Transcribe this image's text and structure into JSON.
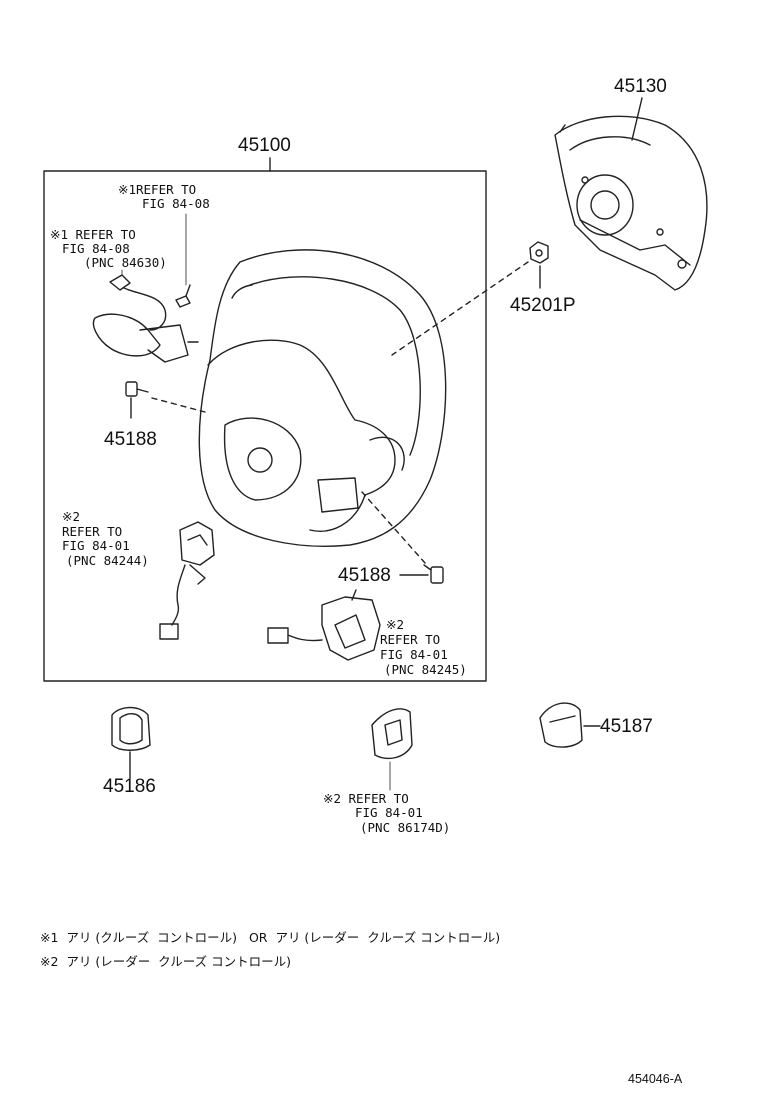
{
  "parts": {
    "p45100": "45100",
    "p45130": "45130",
    "p45201p": "45201P",
    "p45188_a": "45188",
    "p45188_b": "45188",
    "p45186": "45186",
    "p45187": "45187"
  },
  "refs": {
    "r1": {
      "l1": "※1REFER TO",
      "l2": "FIG 84-08"
    },
    "r2": {
      "l1": "※1 REFER TO",
      "l2": "FIG 84-08",
      "l3": "(PNC 84630)"
    },
    "r3": {
      "l1": "※2",
      "l2": "REFER TO",
      "l3": "FIG 84-01",
      "l4": "(PNC 84244)"
    },
    "r4": {
      "l1": "※2",
      "l2": "REFER TO",
      "l3": "FIG 84-01",
      "l4": "(PNC 84245)"
    },
    "r5": {
      "l1": "※2 REFER TO",
      "l2": "FIG 84-01",
      "l3": "(PNC 86174D)"
    }
  },
  "notes": {
    "n1": "※1  アリ (クルーズ  コントロール)   OR  アリ (レーダー  クルーズ コントロール)",
    "n2": "※2  アリ (レーダー  クルーズ コントロール)"
  },
  "figure_id": "454046-A"
}
